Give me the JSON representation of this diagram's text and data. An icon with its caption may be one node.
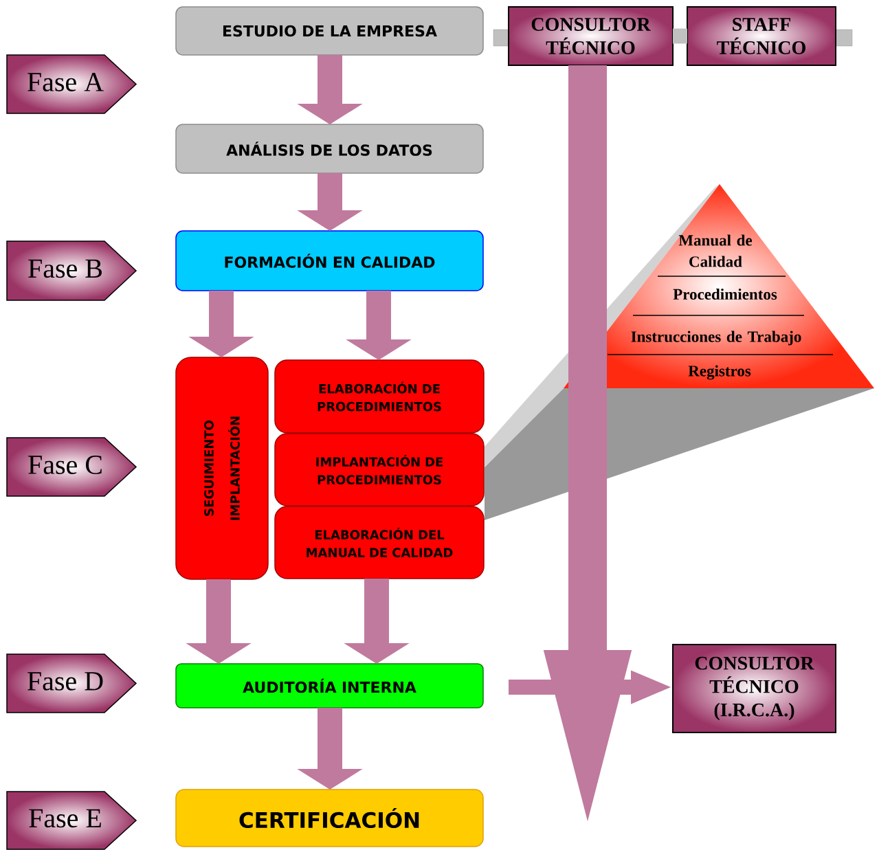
{
  "diagram": {
    "nodes": [
      {
        "text": [
          "ESTUDIO DE LA EMPRESA"
        ]
      },
      {
        "text": [
          "ANÁLISIS DE LOS DATOS"
        ]
      },
      {
        "text": [
          "FORMACIÓN EN CALIDAD"
        ]
      },
      {
        "text": [
          "SEGUIMIENTO IMPLANTACIÓN"
        ]
      },
      {
        "text": [
          "ELABORACIÓN DE PROCEDIMIENTOS"
        ]
      },
      {
        "text": [
          "IMPLANTACIÓN DE PROCEDIMIENTOS"
        ]
      },
      {
        "text": [
          "ELABORACIÓN DEL MANUAL DE CALIDAD"
        ]
      },
      {
        "text": [
          "AUDITORÍA INTERNA"
        ]
      },
      {
        "text": [
          "CERTIFICACIÓN"
        ]
      },
      {
        "text": [
          "Fase A"
        ]
      },
      {
        "text": [
          "Fase B"
        ]
      },
      {
        "text": [
          "Fase C"
        ]
      },
      {
        "text": [
          "Fase D"
        ]
      },
      {
        "text": [
          "Fase E"
        ]
      },
      {
        "text": [
          "CONSULTOR TÉCNICO"
        ]
      },
      {
        "text": [
          "STAFF TÉCNICO"
        ]
      },
      {
        "text": [
          "CONSULTOR TÉCNICO (I.R.C.A.)"
        ]
      },
      {
        "text": [
          "Manual de Calidad",
          "Procedimientos",
          "Instrucciones de Trabajo",
          "Registros"
        ]
      }
    ],
    "edges": [
      {
        "from": 0,
        "to": 1,
        "arrow": "to"
      },
      {
        "from": 1,
        "to": 2,
        "arrow": "to"
      },
      {
        "from": 2,
        "to": 3,
        "arrow": "to"
      },
      {
        "from": 2,
        "to": 4,
        "arrow": "to"
      },
      {
        "from": 3,
        "to": 7,
        "arrow": "to"
      },
      {
        "from": 6,
        "to": 7,
        "arrow": "to"
      },
      {
        "from": 7,
        "to": 8,
        "arrow": "to"
      },
      {
        "from": 14,
        "to": 15,
        "arrow": "none",
        "color": "#c0c0c0"
      },
      {
        "from": 14,
        "to": null,
        "arrow": "to"
      },
      {
        "from": null,
        "to": 16,
        "arrow": "to"
      }
    ]
  }
}
